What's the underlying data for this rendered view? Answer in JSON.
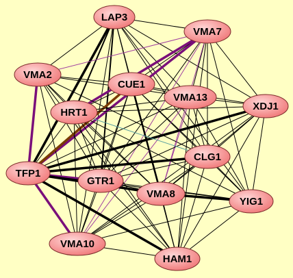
{
  "canvas": {
    "background": "#ffffc4"
  },
  "colors": {
    "node_fill_light": "#ffd6d6",
    "node_fill_dark": "#f07878",
    "node_stroke": "#7a2a2a",
    "edge_black": "#000000",
    "edge_purple": "#7a0f7a",
    "edge_brown": "#7a3a00",
    "edge_thin_purple": "#a040a0",
    "edge_cyan": "#5aa0a0"
  },
  "nodes": [
    {
      "id": "LAP3",
      "label": "LAP3"
    },
    {
      "id": "VMA7",
      "label": "VMA7"
    },
    {
      "id": "VMA2",
      "label": "VMA2"
    },
    {
      "id": "CUE1",
      "label": "CUE1"
    },
    {
      "id": "VMA13",
      "label": "VMA13"
    },
    {
      "id": "XDJ1",
      "label": "XDJ1"
    },
    {
      "id": "HRT1",
      "label": "HRT1"
    },
    {
      "id": "CLG1",
      "label": "CLG1"
    },
    {
      "id": "TFP1",
      "label": "TFP1"
    },
    {
      "id": "GTR1",
      "label": "GTR1"
    },
    {
      "id": "VMA8",
      "label": "VMA8"
    },
    {
      "id": "YIG1",
      "label": "YIG1"
    },
    {
      "id": "VMA10",
      "label": "VMA10"
    },
    {
      "id": "HAM1",
      "label": "HAM1"
    }
  ],
  "edges": [
    {
      "a": "LAP3",
      "b": "VMA7",
      "w": 1,
      "c": "edge_black"
    },
    {
      "a": "LAP3",
      "b": "VMA2",
      "w": 1,
      "c": "edge_black"
    },
    {
      "a": "LAP3",
      "b": "CUE1",
      "w": 1,
      "c": "edge_black"
    },
    {
      "a": "LAP3",
      "b": "VMA13",
      "w": 1,
      "c": "edge_black"
    },
    {
      "a": "LAP3",
      "b": "XDJ1",
      "w": 1,
      "c": "edge_black"
    },
    {
      "a": "LAP3",
      "b": "HRT1",
      "w": 2,
      "c": "edge_black"
    },
    {
      "a": "LAP3",
      "b": "TFP1",
      "w": 3.5,
      "c": "edge_black"
    },
    {
      "a": "LAP3",
      "b": "GTR1",
      "w": 2,
      "c": "edge_black"
    },
    {
      "a": "LAP3",
      "b": "VMA8",
      "w": 1,
      "c": "edge_black"
    },
    {
      "a": "LAP3",
      "b": "CLG1",
      "w": 1,
      "c": "edge_black"
    },
    {
      "a": "LAP3",
      "b": "VMA10",
      "w": 1,
      "c": "edge_black"
    },
    {
      "a": "LAP3",
      "b": "HAM1",
      "w": 1,
      "c": "edge_black"
    },
    {
      "a": "LAP3",
      "b": "YIG1",
      "w": 1,
      "c": "edge_black"
    },
    {
      "a": "VMA7",
      "b": "VMA2",
      "w": 1,
      "c": "edge_thin_purple"
    },
    {
      "a": "VMA7",
      "b": "CUE1",
      "w": 1,
      "c": "edge_black"
    },
    {
      "a": "VMA7",
      "b": "VMA13",
      "w": 1,
      "c": "edge_black"
    },
    {
      "a": "VMA7",
      "b": "XDJ1",
      "w": 1,
      "c": "edge_black"
    },
    {
      "a": "VMA7",
      "b": "HRT1",
      "w": 3.5,
      "c": "edge_purple"
    },
    {
      "a": "VMA7",
      "b": "TFP1",
      "w": 3.5,
      "c": "edge_purple"
    },
    {
      "a": "VMA7",
      "b": "GTR1",
      "w": 1,
      "c": "edge_black"
    },
    {
      "a": "VMA7",
      "b": "VMA8",
      "w": 1,
      "c": "edge_thin_purple"
    },
    {
      "a": "VMA7",
      "b": "CLG1",
      "w": 1,
      "c": "edge_black"
    },
    {
      "a": "VMA7",
      "b": "VMA10",
      "w": 1,
      "c": "edge_thin_purple"
    },
    {
      "a": "VMA7",
      "b": "HAM1",
      "w": 1,
      "c": "edge_black"
    },
    {
      "a": "VMA7",
      "b": "YIG1",
      "w": 1,
      "c": "edge_black"
    },
    {
      "a": "VMA2",
      "b": "CUE1",
      "w": 1,
      "c": "edge_black"
    },
    {
      "a": "VMA2",
      "b": "VMA13",
      "w": 1,
      "c": "edge_black"
    },
    {
      "a": "VMA2",
      "b": "HRT1",
      "w": 1,
      "c": "edge_black"
    },
    {
      "a": "VMA2",
      "b": "TFP1",
      "w": 3.5,
      "c": "edge_purple"
    },
    {
      "a": "VMA2",
      "b": "GTR1",
      "w": 1,
      "c": "edge_black"
    },
    {
      "a": "VMA2",
      "b": "VMA8",
      "w": 1,
      "c": "edge_black"
    },
    {
      "a": "VMA2",
      "b": "CLG1",
      "w": 1,
      "c": "edge_black"
    },
    {
      "a": "VMA2",
      "b": "VMA10",
      "w": 1,
      "c": "edge_black"
    },
    {
      "a": "VMA2",
      "b": "HAM1",
      "w": 1,
      "c": "edge_black"
    },
    {
      "a": "CUE1",
      "b": "VMA13",
      "w": 1,
      "c": "edge_black"
    },
    {
      "a": "CUE1",
      "b": "XDJ1",
      "w": 1,
      "c": "edge_black"
    },
    {
      "a": "CUE1",
      "b": "HRT1",
      "w": 1,
      "c": "edge_black"
    },
    {
      "a": "CUE1",
      "b": "TFP1",
      "w": 3.5,
      "c": "edge_brown"
    },
    {
      "a": "CUE1",
      "b": "GTR1",
      "w": 1,
      "c": "edge_black"
    },
    {
      "a": "CUE1",
      "b": "VMA8",
      "w": 2.5,
      "c": "edge_black"
    },
    {
      "a": "CUE1",
      "b": "CLG1",
      "w": 1,
      "c": "edge_black"
    },
    {
      "a": "CUE1",
      "b": "VMA10",
      "w": 1,
      "c": "edge_black"
    },
    {
      "a": "CUE1",
      "b": "HAM1",
      "w": 1,
      "c": "edge_black"
    },
    {
      "a": "CUE1",
      "b": "YIG1",
      "w": 1,
      "c": "edge_black"
    },
    {
      "a": "VMA13",
      "b": "XDJ1",
      "w": 1,
      "c": "edge_black"
    },
    {
      "a": "VMA13",
      "b": "HRT1",
      "w": 1,
      "c": "edge_black"
    },
    {
      "a": "VMA13",
      "b": "TFP1",
      "w": 1,
      "c": "edge_black"
    },
    {
      "a": "VMA13",
      "b": "GTR1",
      "w": 1,
      "c": "edge_black"
    },
    {
      "a": "VMA13",
      "b": "VMA8",
      "w": 1,
      "c": "edge_thin_purple"
    },
    {
      "a": "VMA13",
      "b": "CLG1",
      "w": 1,
      "c": "edge_black"
    },
    {
      "a": "VMA13",
      "b": "VMA10",
      "w": 1,
      "c": "edge_thin_purple"
    },
    {
      "a": "VMA13",
      "b": "HAM1",
      "w": 1,
      "c": "edge_black"
    },
    {
      "a": "VMA13",
      "b": "YIG1",
      "w": 1,
      "c": "edge_black"
    },
    {
      "a": "XDJ1",
      "b": "HRT1",
      "w": 1,
      "c": "edge_black"
    },
    {
      "a": "XDJ1",
      "b": "TFP1",
      "w": 3.5,
      "c": "edge_black"
    },
    {
      "a": "XDJ1",
      "b": "GTR1",
      "w": 1,
      "c": "edge_black"
    },
    {
      "a": "XDJ1",
      "b": "VMA8",
      "w": 1,
      "c": "edge_black"
    },
    {
      "a": "XDJ1",
      "b": "CLG1",
      "w": 1,
      "c": "edge_black"
    },
    {
      "a": "XDJ1",
      "b": "VMA10",
      "w": 1,
      "c": "edge_black"
    },
    {
      "a": "XDJ1",
      "b": "HAM1",
      "w": 1,
      "c": "edge_black"
    },
    {
      "a": "XDJ1",
      "b": "YIG1",
      "w": 1,
      "c": "edge_black"
    },
    {
      "a": "HRT1",
      "b": "TFP1",
      "w": 1,
      "c": "edge_black"
    },
    {
      "a": "HRT1",
      "b": "GTR1",
      "w": 1,
      "c": "edge_black"
    },
    {
      "a": "HRT1",
      "b": "VMA8",
      "w": 1,
      "c": "edge_black"
    },
    {
      "a": "HRT1",
      "b": "CLG1",
      "w": 1,
      "c": "edge_cyan"
    },
    {
      "a": "HRT1",
      "b": "VMA10",
      "w": 1,
      "c": "edge_black"
    },
    {
      "a": "HRT1",
      "b": "HAM1",
      "w": 1,
      "c": "edge_black"
    },
    {
      "a": "HRT1",
      "b": "YIG1",
      "w": 1,
      "c": "edge_black"
    },
    {
      "a": "TFP1",
      "b": "GTR1",
      "w": 3.5,
      "c": "edge_purple"
    },
    {
      "a": "TFP1",
      "b": "VMA8",
      "w": 3.5,
      "c": "edge_black"
    },
    {
      "a": "TFP1",
      "b": "CLG1",
      "w": 3.5,
      "c": "edge_black"
    },
    {
      "a": "TFP1",
      "b": "VMA10",
      "w": 3.5,
      "c": "edge_purple"
    },
    {
      "a": "TFP1",
      "b": "HAM1",
      "w": 3.5,
      "c": "edge_black"
    },
    {
      "a": "TFP1",
      "b": "YIG1",
      "w": 1,
      "c": "edge_black"
    },
    {
      "a": "GTR1",
      "b": "VMA8",
      "w": 1,
      "c": "edge_black"
    },
    {
      "a": "GTR1",
      "b": "CLG1",
      "w": 1,
      "c": "edge_black"
    },
    {
      "a": "GTR1",
      "b": "VMA10",
      "w": 1,
      "c": "edge_black"
    },
    {
      "a": "GTR1",
      "b": "HAM1",
      "w": 1,
      "c": "edge_black"
    },
    {
      "a": "GTR1",
      "b": "YIG1",
      "w": 1,
      "c": "edge_black"
    },
    {
      "a": "VMA8",
      "b": "CLG1",
      "w": 1,
      "c": "edge_black"
    },
    {
      "a": "VMA8",
      "b": "YIG1",
      "w": 3.5,
      "c": "edge_black"
    },
    {
      "a": "VMA8",
      "b": "VMA10",
      "w": 1,
      "c": "edge_black"
    },
    {
      "a": "VMA8",
      "b": "HAM1",
      "w": 1,
      "c": "edge_black"
    },
    {
      "a": "CLG1",
      "b": "VMA10",
      "w": 1,
      "c": "edge_black"
    },
    {
      "a": "CLG1",
      "b": "HAM1",
      "w": 1,
      "c": "edge_black"
    },
    {
      "a": "CLG1",
      "b": "YIG1",
      "w": 1,
      "c": "edge_black"
    },
    {
      "a": "YIG1",
      "b": "VMA10",
      "w": 1,
      "c": "edge_black"
    },
    {
      "a": "YIG1",
      "b": "HAM1",
      "w": 1,
      "c": "edge_black"
    },
    {
      "a": "VMA10",
      "b": "HAM1",
      "w": 1,
      "c": "edge_black"
    }
  ]
}
